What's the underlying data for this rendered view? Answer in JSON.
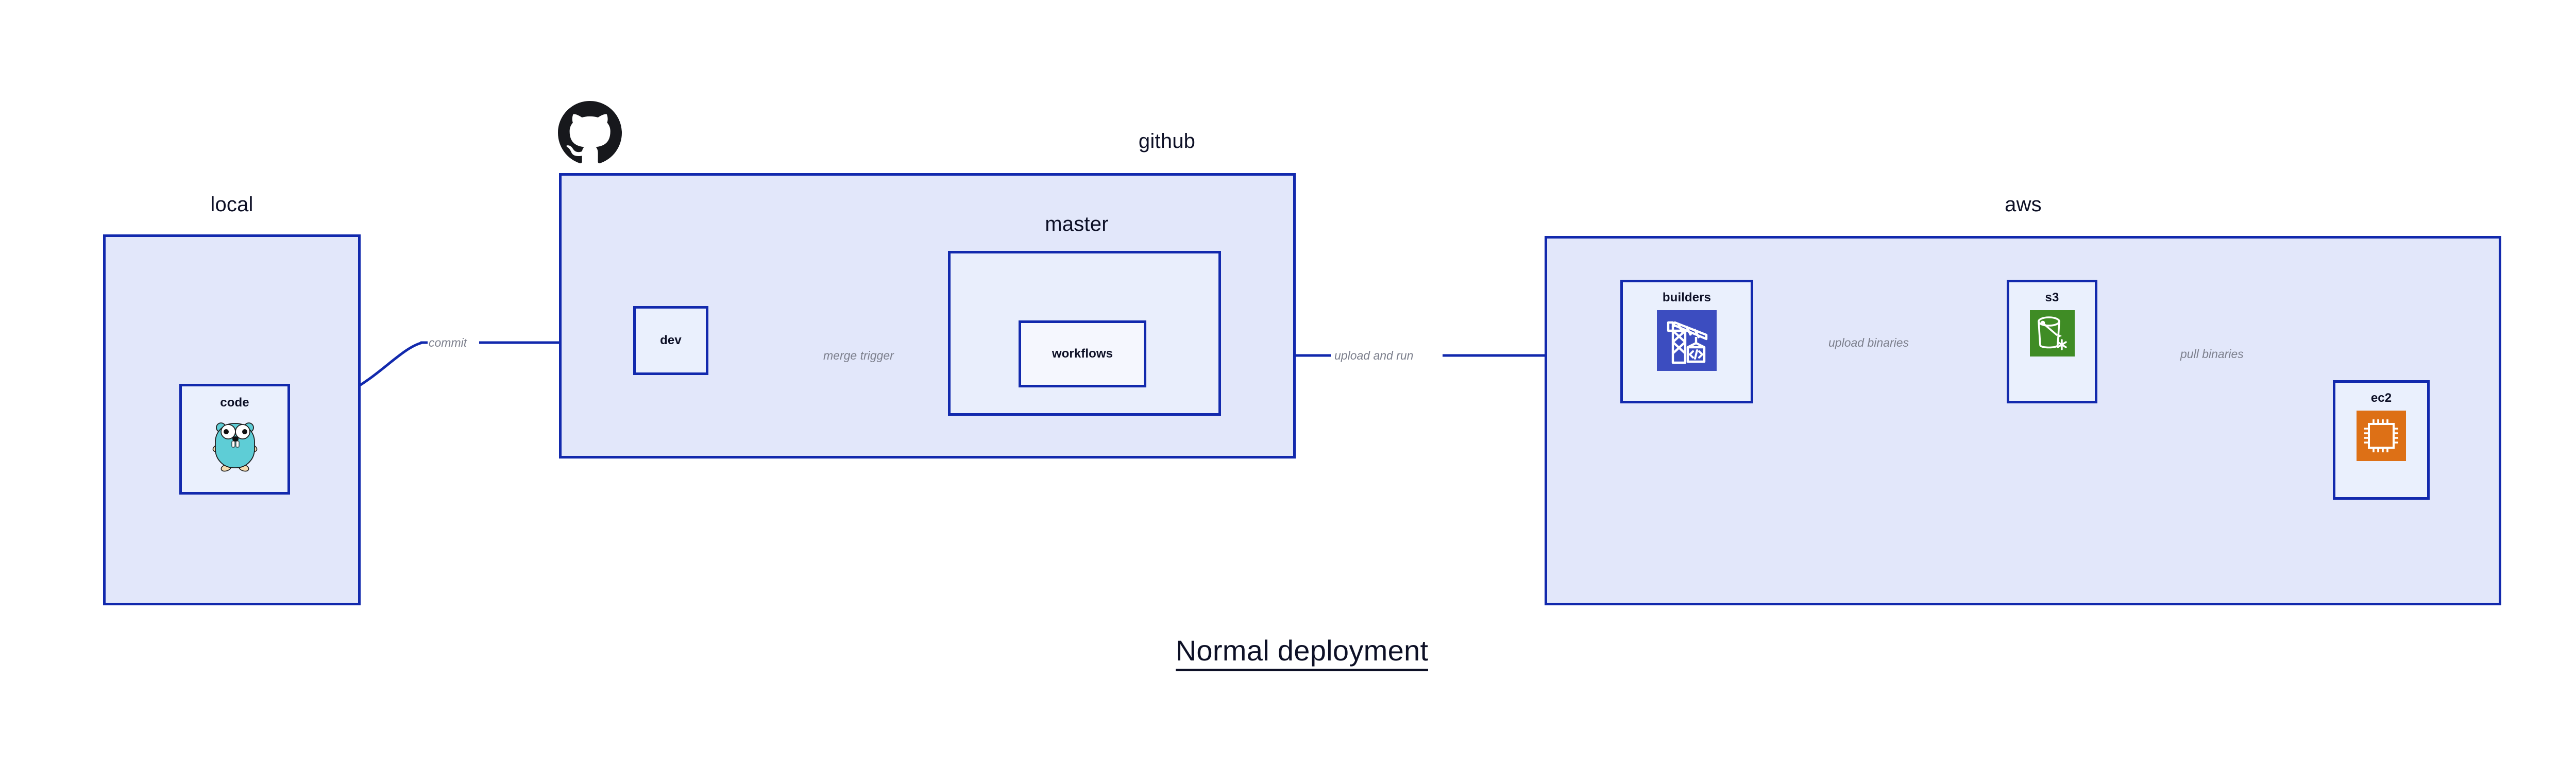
{
  "title": "Normal deployment",
  "colors": {
    "border": "#1229ad",
    "group_fill": "#e2e7fa",
    "sub_fill": "#e9eefc",
    "node_fill": "#eaf0fd",
    "node_fill_bright": "#f5f7fe",
    "edge_stroke": "#1229ad",
    "edge_label": "#7c7f8c",
    "text": "#0d1026",
    "codebuild_blue": "#3c4dc0",
    "s3_green": "#3f8c25",
    "ec2_orange": "#dd7016",
    "gopher_cyan": "#5ecdd6",
    "github_black": "#17181c"
  },
  "groups": [
    {
      "id": "local",
      "label": "local"
    },
    {
      "id": "github",
      "label": "github"
    },
    {
      "id": "master",
      "label": "master"
    },
    {
      "id": "aws",
      "label": "aws"
    }
  ],
  "nodes": [
    {
      "id": "code",
      "label": "code",
      "icon": "go-gopher-icon"
    },
    {
      "id": "dev",
      "label": "dev",
      "icon": null
    },
    {
      "id": "workflows",
      "label": "workflows",
      "icon": null
    },
    {
      "id": "builders",
      "label": "builders",
      "icon": "aws-codebuild-icon"
    },
    {
      "id": "s3",
      "label": "s3",
      "icon": "aws-s3-bucket-icon"
    },
    {
      "id": "ec2",
      "label": "ec2",
      "icon": "aws-ec2-chip-icon"
    }
  ],
  "edges": [
    {
      "id": "code-dev",
      "from": "code",
      "to": "dev",
      "label": "commit"
    },
    {
      "id": "dev-workflows",
      "from": "dev",
      "to": "workflows",
      "label": "merge trigger"
    },
    {
      "id": "workflows-builders",
      "from": "workflows",
      "to": "builders",
      "label": "upload and run"
    },
    {
      "id": "builders-s3",
      "from": "builders",
      "to": "s3",
      "label": "upload binaries"
    },
    {
      "id": "s3-ec2",
      "from": "s3",
      "to": "ec2",
      "label": "pull binaries"
    }
  ],
  "brand_icons": [
    {
      "id": "github-logo",
      "name": "github-octocat-icon"
    }
  ]
}
